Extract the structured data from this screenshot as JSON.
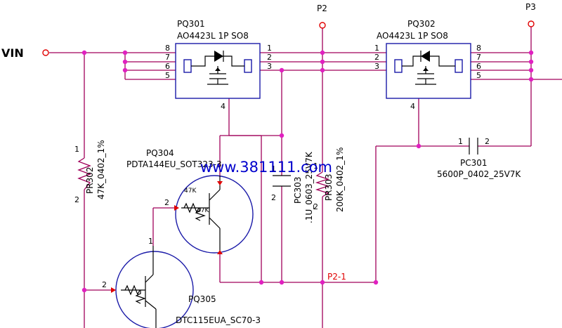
{
  "nets": {
    "vin": "VIN",
    "p2": "P2",
    "p3": "P3",
    "p2_1": "P2-1"
  },
  "components": {
    "pq301": {
      "ref": "PQ301",
      "value": "AO4423L 1P SO8",
      "pins": {
        "p8": "8",
        "p7": "7",
        "p6": "6",
        "p5": "5",
        "p1": "1",
        "p2": "2",
        "p3": "3",
        "p4": "4"
      }
    },
    "pq302": {
      "ref": "PQ302",
      "value": "AO4423L 1P SO8",
      "pins": {
        "p1": "1",
        "p2": "2",
        "p3": "3",
        "p4": "4",
        "p8": "8",
        "p7": "7",
        "p6": "6",
        "p5": "5"
      }
    },
    "pr302": {
      "ref": "PR302",
      "value": "47K_0402_1%",
      "pin1": "1",
      "pin2": "2"
    },
    "pr303": {
      "ref": "PR303",
      "value": "200K_0402_1%",
      "pin1": "1",
      "pin2": "2"
    },
    "pc303": {
      "ref": "PC303",
      "value": ".1U_0603_25V7K",
      "pin1": "1",
      "pin2": "2"
    },
    "pc301": {
      "ref": "PC301",
      "value": "5600P_0402_25V7K",
      "pin1": "1",
      "pin2": "2"
    },
    "pq304": {
      "ref": "PQ304",
      "value": "PDTA144EU_SOT323-3",
      "r1": "47K",
      "r2": "47K",
      "pin_base": "2"
    },
    "pq305": {
      "ref": "PQ305",
      "value": "DTC115EUA_SC70-3",
      "pin_base": "2",
      "pin_collector": "1"
    }
  },
  "watermark": "www.381111.com",
  "colors": {
    "wire": "#a0005a",
    "junction": "#e020c0",
    "part_outline": "#1a1aa8",
    "watermark": "#0000cc",
    "arrow": "#e00000"
  }
}
